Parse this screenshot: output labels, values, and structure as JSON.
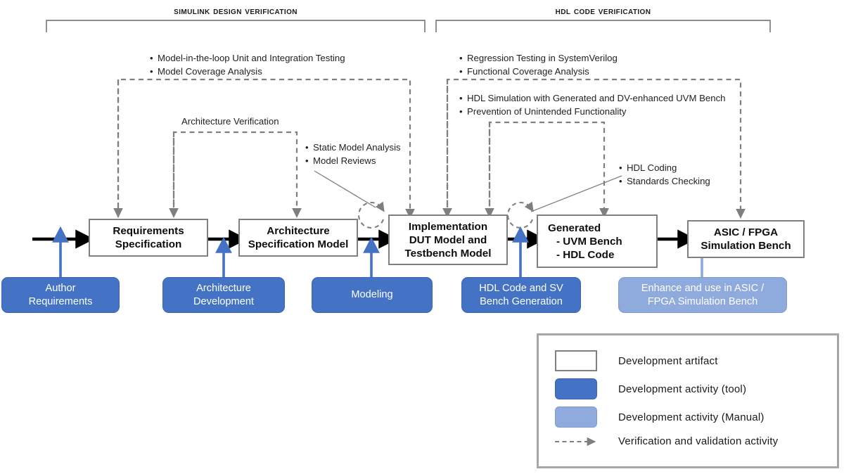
{
  "phases": [
    {
      "name": "simulink-design-verification",
      "label": "Simulink Design Verification"
    },
    {
      "name": "hdl-code-verification",
      "label": "HDL Code Verification"
    }
  ],
  "annotations": [
    {
      "name": "mil-testing-annotation",
      "bullets": [
        "Model-in-the-loop Unit and Integration Testing",
        "Model Coverage Analysis"
      ]
    },
    {
      "name": "architecture-verification-annotation",
      "bullets": [
        "Architecture Verification"
      ],
      "style": "plain"
    },
    {
      "name": "static-model-analysis-annotation",
      "bullets": [
        "Static Model Analysis",
        "Model Reviews"
      ]
    },
    {
      "name": "regression-testing-annotation",
      "bullets": [
        "Regression Testing in SystemVerilog",
        "Functional Coverage Analysis"
      ]
    },
    {
      "name": "hdl-simulation-annotation",
      "bullets": [
        "HDL Simulation with Generated and DV-enhanced UVM Bench",
        "Prevention of Unintended Functionality"
      ]
    },
    {
      "name": "hdl-coding-annotation",
      "bullets": [
        "HDL Coding",
        "Standards Checking"
      ]
    }
  ],
  "artifacts": [
    {
      "name": "requirements-specification-box",
      "lines": [
        "Requirements",
        "Specification"
      ],
      "align": "center"
    },
    {
      "name": "architecture-specification-model-box",
      "lines": [
        "Architecture",
        "Specification Model"
      ],
      "align": "center"
    },
    {
      "name": "implementation-dut-testbench-box",
      "lines": [
        "Implementation",
        "DUT Model and",
        "Testbench Model"
      ],
      "align": "center"
    },
    {
      "name": "generated-box",
      "lines": [
        "Generated",
        "- UVM Bench",
        "- HDL Code"
      ],
      "align": "left",
      "sub_from": 1
    },
    {
      "name": "asic-fpga-simulation-bench-box",
      "lines": [
        "ASIC / FPGA",
        "Simulation Bench"
      ],
      "align": "center"
    }
  ],
  "activities": [
    {
      "name": "author-requirements-activity",
      "lines": [
        "Author",
        "Requirements"
      ],
      "kind": "tool"
    },
    {
      "name": "architecture-development-activity",
      "lines": [
        "Architecture",
        "Development"
      ],
      "kind": "tool"
    },
    {
      "name": "modeling-activity",
      "lines": [
        "Modeling"
      ],
      "kind": "tool"
    },
    {
      "name": "hdl-code-sv-bench-generation-activity",
      "lines": [
        "HDL Code and SV",
        "Bench Generation"
      ],
      "kind": "tool"
    },
    {
      "name": "enhance-asic-fpga-simulation-activity",
      "lines": [
        "Enhance and use in ASIC /",
        "FPGA Simulation Bench"
      ],
      "kind": "manual"
    }
  ],
  "legend": [
    {
      "name": "legend-development-artifact",
      "swatch": "artifact",
      "label": "Development  artifact"
    },
    {
      "name": "legend-development-activity-tool",
      "swatch": "tool",
      "label": "Development  activity (tool)"
    },
    {
      "name": "legend-development-activity-manual",
      "swatch": "manual",
      "label": "Development  activity (Manual)"
    },
    {
      "name": "legend-verification-validation-activity",
      "swatch": "dashed-arrow",
      "label": "Verification and validation activity"
    }
  ],
  "colors": {
    "activity_tool": "#4472C4",
    "activity_manual": "#8FAADC",
    "artifact_border": "#808080",
    "flow_arrow": "#000000",
    "activity_arrow": "#4472C4",
    "verification_arrow": "#7F7F7F",
    "legend_border": "#A6A6A6"
  }
}
